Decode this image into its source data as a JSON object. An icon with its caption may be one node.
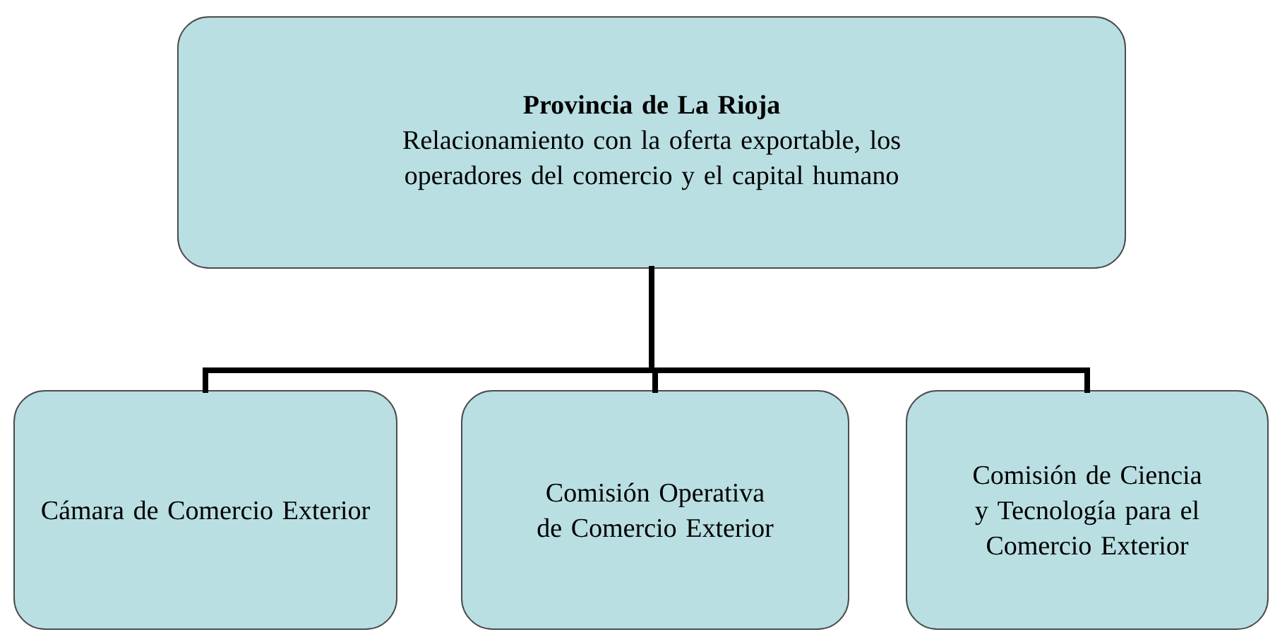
{
  "diagram": {
    "nodes": [
      {
        "text": [
          "Provincia de La Rioja",
          "Relacionamiento con la oferta exportable, los operadores del comercio y el capital humano"
        ]
      },
      {
        "text": [
          "Cámara de Comercio Exterior"
        ]
      },
      {
        "text": [
          "Comisión Operativa de Comercio Exterior"
        ]
      },
      {
        "text": [
          "Comisión de Ciencia y Tecnología para el Comercio Exterior"
        ]
      }
    ],
    "edges": [
      {
        "from": 0,
        "to": 1,
        "arrow": "none"
      },
      {
        "from": 0,
        "to": 2,
        "arrow": "none"
      },
      {
        "from": 0,
        "to": 3,
        "arrow": "none"
      }
    ]
  }
}
